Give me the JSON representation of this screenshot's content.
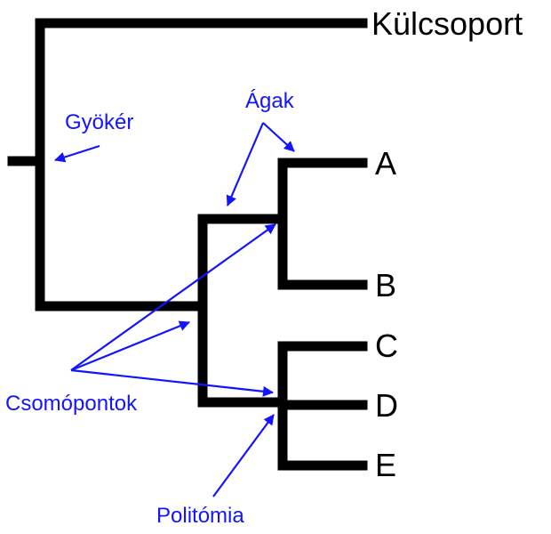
{
  "colors": {
    "tree": "#000000",
    "annotation": "#1414ff",
    "background": "#ffffff"
  },
  "leaves": {
    "outgroup": "Külcsoport",
    "a": "A",
    "b": "B",
    "c": "C",
    "d": "D",
    "e": "E"
  },
  "annotations": {
    "root": "Gyökér",
    "branches": "Ágak",
    "nodes": "Csomópontok",
    "polytomy": "Politómia"
  }
}
